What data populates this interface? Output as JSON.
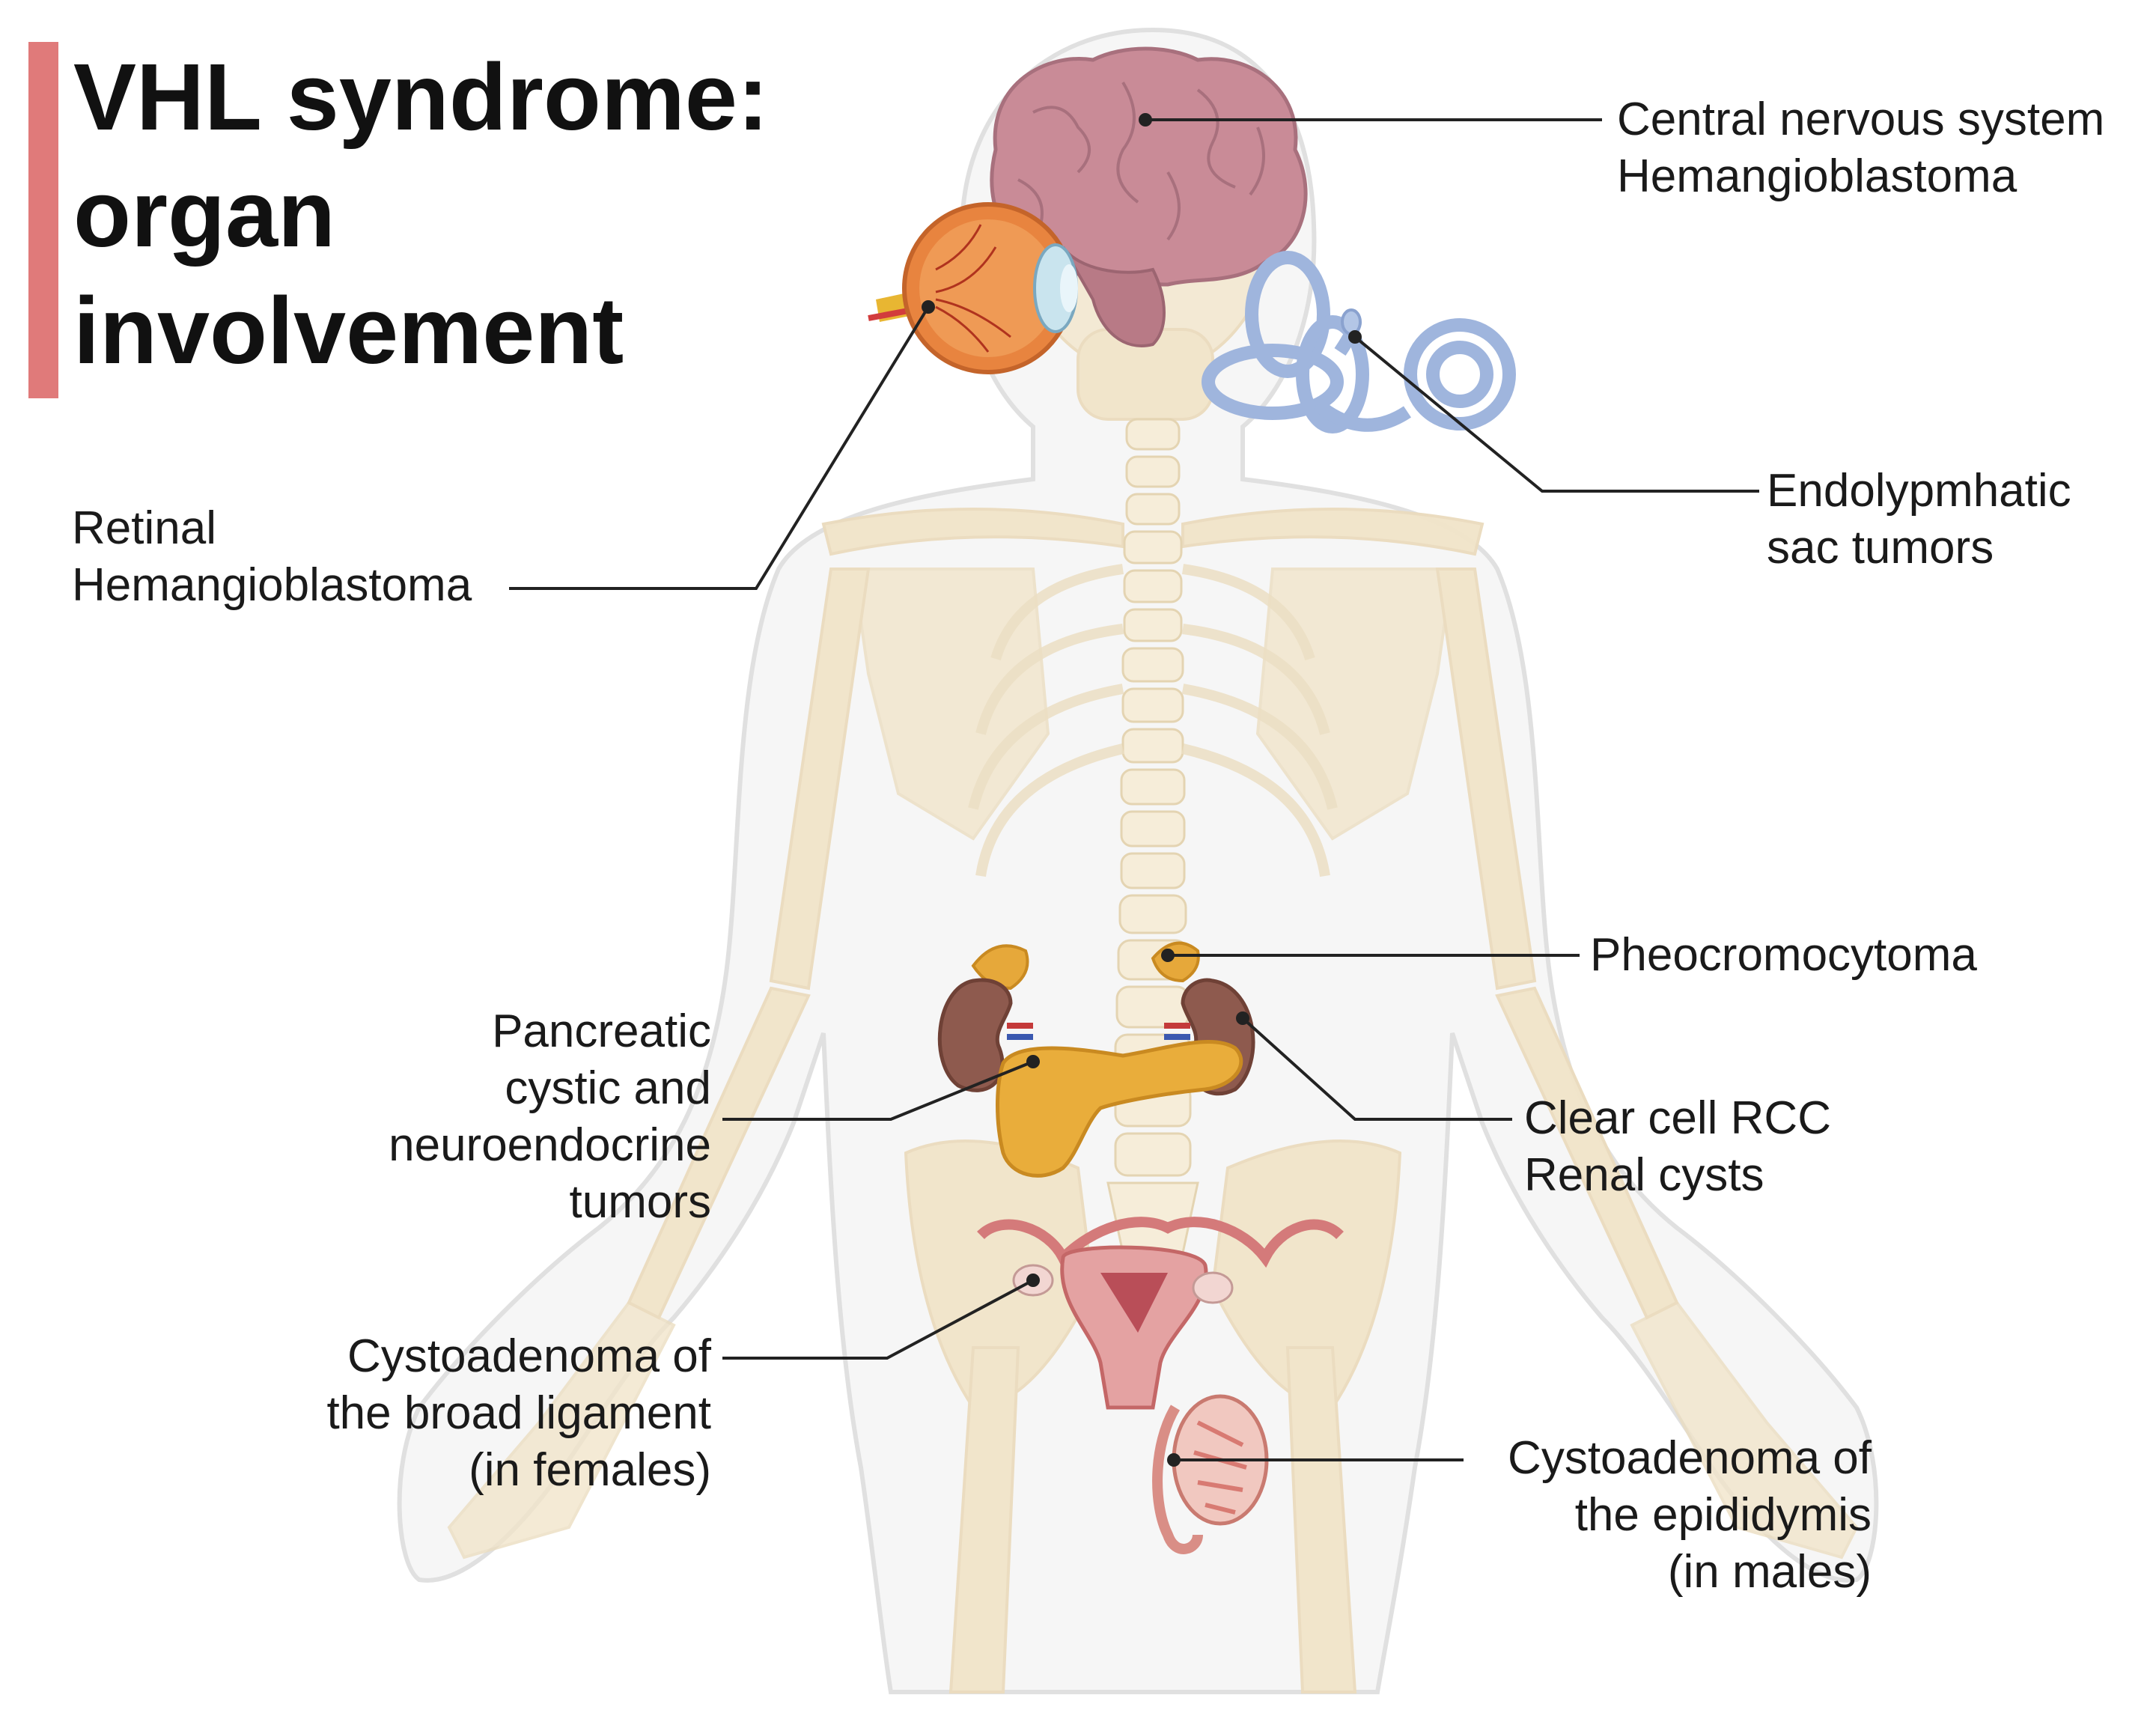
{
  "title": {
    "lines": [
      "VHL syndrome:",
      "organ",
      "involvement"
    ],
    "accent_color": "#e07a7a"
  },
  "labels": {
    "cns": [
      "Central nervous system",
      "Hemangioblastoma"
    ],
    "retinal": [
      "Retinal",
      "Hemangioblastoma"
    ],
    "endolymphatic": [
      "Endolypmhatic",
      "sac tumors"
    ],
    "pheo": [
      "Pheocromocytoma"
    ],
    "pancreatic": [
      "Pancreatic",
      "cystic and",
      "neuroendocrine",
      "tumors"
    ],
    "renal": [
      "Clear cell RCC",
      "Renal cysts"
    ],
    "broad_ligament": [
      "Cystoadenoma of",
      "the broad ligament",
      "(in females)"
    ],
    "epididymis": [
      "Cystoadenoma of",
      "the epididymis",
      "(in males)"
    ]
  },
  "colors": {
    "body_outline": "#dcdcdc",
    "bone": "#f1e4c9",
    "brain": "#c98b97",
    "eye": "#e8843f",
    "inner_ear": "#9fb5dd",
    "kidney": "#8e5a4e",
    "adrenal": "#e6a83a",
    "pancreas": "#e9ad3b",
    "uterus": "#d47a7a",
    "testis": "#e59a92",
    "leader_line": "#222222"
  },
  "icons": [
    "brain-icon",
    "eye-icon",
    "inner-ear-icon",
    "kidney-icon",
    "adrenal-gland-icon",
    "pancreas-icon",
    "uterus-icon",
    "testis-icon",
    "skeleton-icon",
    "body-silhouette-icon"
  ]
}
